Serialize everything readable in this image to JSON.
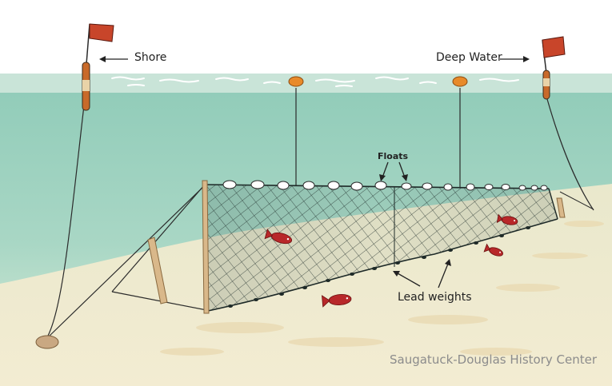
{
  "labels": {
    "shore": "Shore",
    "deep_water": "Deep Water",
    "floats": "Floats",
    "lead_weights": "Lead weights"
  },
  "credit": "Saugatuck-Douglas History Center",
  "colors": {
    "water_surface": "#c9e4d8",
    "water_deep": "#7ec4b0",
    "sand": "#efe6c6",
    "net_line": "#1e2a28",
    "flag": "#c8452a",
    "float": "#ffffff",
    "buoy": "#e88a2a",
    "fish": "#b8282a",
    "stake": "#d9b88a"
  }
}
